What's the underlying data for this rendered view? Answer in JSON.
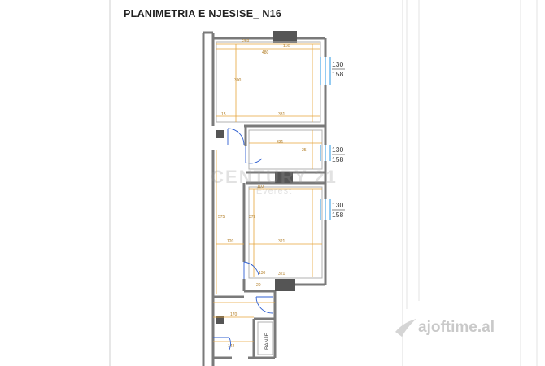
{
  "plan": {
    "title": "PLANIMETRIA E NJESISE_ N16",
    "windows": [
      {
        "top": "130",
        "bottom": "158"
      },
      {
        "top": "130",
        "bottom": "158"
      },
      {
        "top": "130",
        "bottom": "158"
      }
    ],
    "room_label": "BANJE",
    "dimensions": {
      "d1": "260",
      "d2": "116",
      "d3": "480",
      "d4": "300",
      "d5": "331",
      "d6": "15",
      "d7": "331",
      "d8": "25",
      "d9": "110",
      "d10": "575",
      "d11": "372",
      "d12": "120",
      "d13": "321",
      "d14": "321",
      "d15": "170",
      "d16": "142",
      "d17": "130",
      "d18": "20"
    }
  },
  "watermark": {
    "brand": "CENTURY 21",
    "office": "Everest"
  },
  "logo": {
    "text": "ajoftime.al"
  },
  "colors": {
    "wall": "#7a7a7a",
    "dim": "#e6a53a",
    "window": "#4aa8e8",
    "door": "#2f5fd0",
    "col": "#555555"
  }
}
